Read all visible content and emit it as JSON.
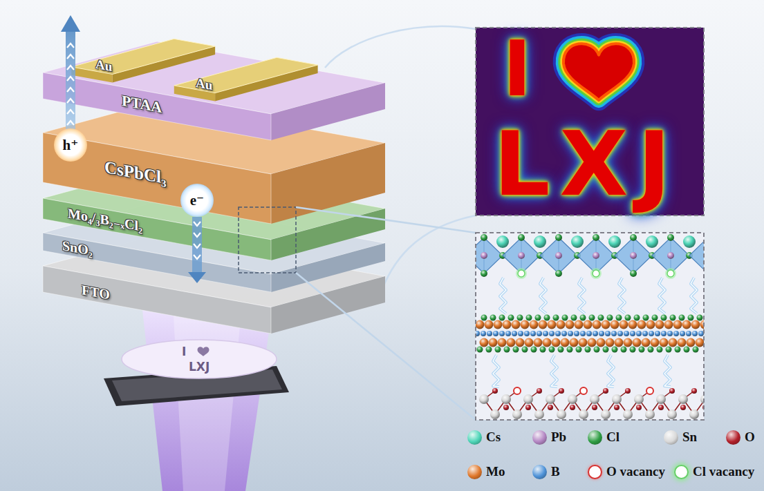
{
  "diagram": {
    "nodes": [
      {
        "text": [
          "Au"
        ]
      },
      {
        "text": [
          "Au"
        ]
      },
      {
        "text": [
          "PTAA"
        ]
      },
      {
        "text": [
          "CsPbCl₃"
        ]
      },
      {
        "text": [
          "Mo₄/₃B₂₋ₓCl₂"
        ]
      },
      {
        "text": [
          "SnO₂"
        ]
      },
      {
        "text": [
          "FTO"
        ]
      },
      {
        "text": [
          "h⁺"
        ]
      },
      {
        "text": [
          "e⁻"
        ]
      }
    ],
    "edges": [
      {
        "from": 8,
        "to": 6,
        "arrow": "to"
      }
    ],
    "labels": [
      "I",
      "LXJ",
      "I",
      "LXJ"
    ],
    "legend": [
      {
        "text": "Cs",
        "color": "#4fd6b8"
      },
      {
        "text": "Pb",
        "color": "#b487c4"
      },
      {
        "text": "Cl",
        "color": "#2f9e44"
      },
      {
        "text": "Sn",
        "color": "#d9d9d9"
      },
      {
        "text": "O",
        "color": "#b3212b"
      },
      {
        "text": "Mo",
        "color": "#e0782c"
      },
      {
        "text": "B",
        "color": "#4f93d8"
      },
      {
        "text": "O vacancy"
      },
      {
        "text": "Cl vacancy"
      }
    ]
  }
}
